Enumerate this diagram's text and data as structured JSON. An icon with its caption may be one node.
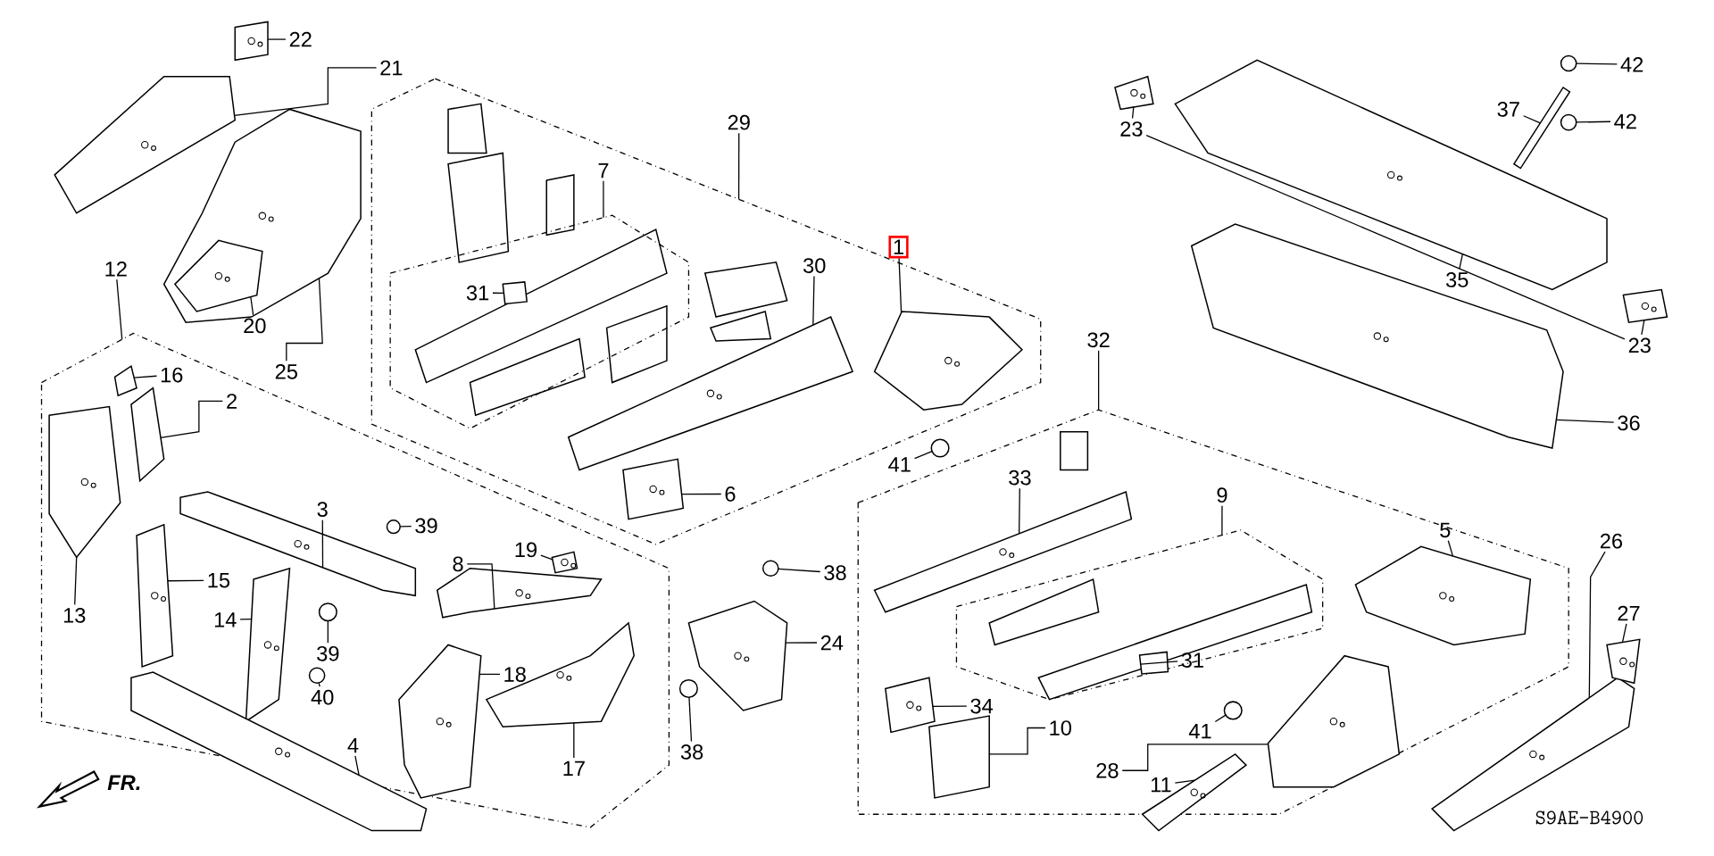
{
  "diagram": {
    "nodes": [
      {
        "text": [],
        "shape": "box"
      },
      {
        "text": [],
        "shape": "box",
        "in": 0
      },
      {
        "text": [],
        "shape": "box"
      },
      {
        "text": [],
        "shape": "box"
      },
      {
        "text": [],
        "shape": "box",
        "in": 3
      },
      {
        "text": [
          "22"
        ]
      },
      {
        "text": [
          "21"
        ]
      },
      {
        "text": [
          "20"
        ]
      },
      {
        "text": [
          "25"
        ]
      },
      {
        "text": [
          "12"
        ]
      },
      {
        "text": [
          "16"
        ],
        "in": 2
      },
      {
        "text": [
          "2"
        ],
        "in": 2
      },
      {
        "text": [
          "13"
        ],
        "in": 2
      },
      {
        "text": [
          "15"
        ],
        "in": 2
      },
      {
        "text": [
          "14"
        ],
        "in": 2
      },
      {
        "text": [
          "3"
        ],
        "in": 2
      },
      {
        "text": [
          "39"
        ],
        "in": 2
      },
      {
        "text": [
          "39"
        ],
        "in": 2
      },
      {
        "text": [
          "40"
        ],
        "in": 2
      },
      {
        "text": [
          "4"
        ],
        "in": 2
      },
      {
        "text": [
          "8"
        ],
        "in": 2
      },
      {
        "text": [
          "19"
        ],
        "in": 2
      },
      {
        "text": [
          "18"
        ],
        "in": 2
      },
      {
        "text": [
          "17"
        ],
        "in": 2
      },
      {
        "text": [
          "38"
        ]
      },
      {
        "text": [
          "24"
        ]
      },
      {
        "text": [
          "38"
        ]
      },
      {
        "text": [
          "7"
        ],
        "in": 0
      },
      {
        "text": [
          "31"
        ],
        "in": 1
      },
      {
        "text": [
          "29"
        ]
      },
      {
        "text": [
          "30"
        ],
        "in": 0
      },
      {
        "text": [
          "6"
        ],
        "in": 0
      },
      {
        "text": [
          "1"
        ]
      },
      {
        "text": [
          "41"
        ]
      },
      {
        "text": [
          "32"
        ]
      },
      {
        "text": [
          "33"
        ],
        "in": 3
      },
      {
        "text": [
          "9"
        ],
        "in": 3
      },
      {
        "text": [
          "31"
        ],
        "in": 4
      },
      {
        "text": [
          "5"
        ],
        "in": 3
      },
      {
        "text": [
          "34"
        ],
        "in": 3
      },
      {
        "text": [
          "10"
        ],
        "in": 3
      },
      {
        "text": [
          "41"
        ],
        "in": 3
      },
      {
        "text": [
          "28"
        ],
        "in": 3
      },
      {
        "text": [
          "11"
        ],
        "in": 3
      },
      {
        "text": [
          "26"
        ]
      },
      {
        "text": [
          "27"
        ]
      },
      {
        "text": [
          "23"
        ]
      },
      {
        "text": [
          "37"
        ]
      },
      {
        "text": [
          "42"
        ]
      },
      {
        "text": [
          "42"
        ]
      },
      {
        "text": [
          "35"
        ]
      },
      {
        "text": [
          "23"
        ]
      },
      {
        "text": [
          "36"
        ]
      },
      {
        "text": [],
        "shape": "picture"
      },
      {
        "text": [],
        "shape": "picture"
      },
      {
        "text": [],
        "shape": "picture"
      },
      {
        "text": [],
        "shape": "picture",
        "in": 55
      },
      {
        "text": [],
        "shape": "box",
        "in": 2
      },
      {
        "text": [],
        "shape": "box",
        "in": 2
      },
      {
        "text": [],
        "shape": "picture",
        "in": 2
      },
      {
        "text": [],
        "shape": "picture",
        "in": 2
      },
      {
        "text": [],
        "shape": "picture",
        "in": 2
      },
      {
        "text": [],
        "shape": "picture",
        "in": 2
      },
      {
        "text": [],
        "shape": "circle",
        "in": 2
      },
      {
        "text": [],
        "shape": "circle",
        "in": 2
      },
      {
        "text": [],
        "shape": "circle",
        "in": 2
      },
      {
        "text": [],
        "shape": "picture",
        "in": 2
      },
      {
        "text": [],
        "shape": "picture",
        "in": 2
      },
      {
        "text": [],
        "shape": "picture",
        "in": 2
      },
      {
        "text": [],
        "shape": "picture",
        "in": 2
      },
      {
        "text": [],
        "shape": "picture",
        "in": 2
      },
      {
        "text": [],
        "shape": "circle"
      },
      {
        "text": [],
        "shape": "picture"
      },
      {
        "text": [],
        "shape": "circle"
      },
      {
        "text": [],
        "shape": "box",
        "in": 1
      },
      {
        "text": [],
        "shape": "picture",
        "in": 0
      },
      {
        "text": [],
        "shape": "picture",
        "in": 0
      },
      {
        "text": [],
        "shape": "picture",
        "in": 0
      },
      {
        "text": [],
        "shape": "circle"
      },
      {
        "text": [],
        "shape": "picture",
        "in": 3
      },
      {
        "text": [],
        "shape": "box",
        "in": 4
      },
      {
        "text": [],
        "shape": "picture",
        "in": 3
      },
      {
        "text": [],
        "shape": "picture",
        "in": 3
      },
      {
        "text": [],
        "shape": "box",
        "in": 3
      },
      {
        "text": [],
        "shape": "circle",
        "in": 3
      },
      {
        "text": [],
        "shape": "picture",
        "in": 3
      },
      {
        "text": [],
        "shape": "picture"
      },
      {
        "text": [],
        "shape": "picture"
      },
      {
        "text": [],
        "shape": "picture"
      },
      {
        "text": [],
        "shape": "picture"
      },
      {
        "text": [],
        "shape": "box"
      },
      {
        "text": [],
        "shape": "circle"
      },
      {
        "text": [],
        "shape": "circle"
      },
      {
        "text": [],
        "shape": "picture"
      },
      {
        "text": [],
        "shape": "picture"
      },
      {
        "text": [],
        "shape": "picture"
      }
    ],
    "edges": [
      {
        "from": 5,
        "to": 53,
        "arrow": "none"
      },
      {
        "from": 6,
        "to": 54,
        "arrow": "none"
      },
      {
        "from": 7,
        "to": 56,
        "arrow": "none"
      },
      {
        "from": 8,
        "to": 55,
        "arrow": "none"
      },
      {
        "from": 9,
        "to": 2,
        "arrow": "none"
      },
      {
        "from": 10,
        "to": 57,
        "arrow": "none"
      },
      {
        "from": 11,
        "to": 58,
        "arrow": "none"
      },
      {
        "from": 12,
        "to": 59,
        "arrow": "none"
      },
      {
        "from": 13,
        "to": 60,
        "arrow": "none"
      },
      {
        "from": 14,
        "to": 61,
        "arrow": "none"
      },
      {
        "from": 15,
        "to": 62,
        "arrow": "none"
      },
      {
        "from": 16,
        "to": 63,
        "arrow": "none"
      },
      {
        "from": 17,
        "to": 64,
        "arrow": "none"
      },
      {
        "from": 18,
        "to": 65,
        "arrow": "none"
      },
      {
        "from": 19,
        "to": 66,
        "arrow": "none"
      },
      {
        "from": 20,
        "to": 67,
        "arrow": "none"
      },
      {
        "from": 21,
        "to": 68,
        "arrow": "none"
      },
      {
        "from": 22,
        "to": 69,
        "arrow": "none"
      },
      {
        "from": 23,
        "to": 70,
        "arrow": "none"
      },
      {
        "from": 24,
        "to": 71,
        "arrow": "none"
      },
      {
        "from": 25,
        "to": 72,
        "arrow": "none"
      },
      {
        "from": 26,
        "to": 73,
        "arrow": "none"
      },
      {
        "from": 27,
        "to": 1,
        "arrow": "none"
      },
      {
        "from": 28,
        "to": 74,
        "arrow": "none"
      },
      {
        "from": 29,
        "to": 0,
        "arrow": "none"
      },
      {
        "from": 30,
        "to": 75,
        "arrow": "none"
      },
      {
        "from": 31,
        "to": 76,
        "arrow": "none"
      },
      {
        "from": 32,
        "to": 77,
        "arrow": "none"
      },
      {
        "from": 33,
        "to": 78,
        "arrow": "none"
      },
      {
        "from": 34,
        "to": 3,
        "arrow": "none"
      },
      {
        "from": 35,
        "to": 79,
        "arrow": "none"
      },
      {
        "from": 36,
        "to": 4,
        "arrow": "none"
      },
      {
        "from": 37,
        "to": 80,
        "arrow": "none"
      },
      {
        "from": 38,
        "to": 81,
        "arrow": "none"
      },
      {
        "from": 39,
        "to": 82,
        "arrow": "none"
      },
      {
        "from": 40,
        "to": 83,
        "arrow": "none"
      },
      {
        "from": 41,
        "to": 84,
        "arrow": "none"
      },
      {
        "from": 42,
        "to": 85,
        "arrow": "none"
      },
      {
        "from": 43,
        "to": 86,
        "arrow": "none"
      },
      {
        "from": 44,
        "to": 87,
        "arrow": "none"
      },
      {
        "from": 45,
        "to": 88,
        "arrow": "none"
      },
      {
        "from": 46,
        "to": 89,
        "arrow": "none"
      },
      {
        "from": 47,
        "to": 90,
        "arrow": "none"
      },
      {
        "from": 48,
        "to": 91,
        "arrow": "none"
      },
      {
        "from": 49,
        "to": 92,
        "arrow": "none"
      },
      {
        "from": 50,
        "to": 93,
        "arrow": "none"
      },
      {
        "from": 51,
        "to": 94,
        "arrow": "none"
      },
      {
        "from": 52,
        "to": 95,
        "arrow": "none"
      },
      {
        "from": 46,
        "to": 51,
        "arrow": "none"
      }
    ],
    "labels": [
      "FR.",
      "S9AE—B4900"
    ]
  }
}
